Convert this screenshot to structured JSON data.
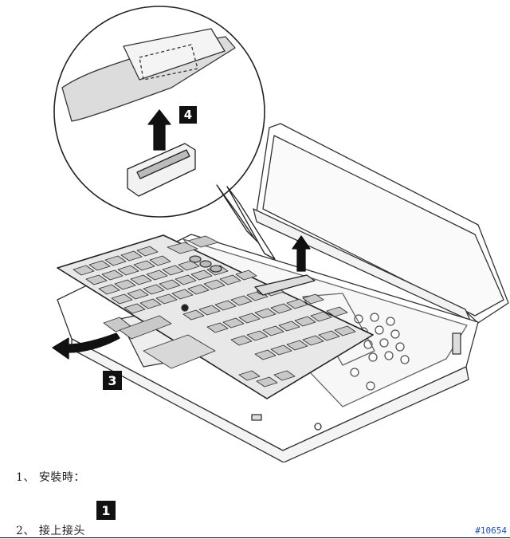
{
  "figure": {
    "callouts": {
      "step4": "4",
      "step3": "3"
    }
  },
  "instructions": {
    "step1_text": "1、 安裝時：",
    "step2_text": "2、 接上接头",
    "step2_badge": "1"
  },
  "footer": {
    "tag": "#10654"
  }
}
